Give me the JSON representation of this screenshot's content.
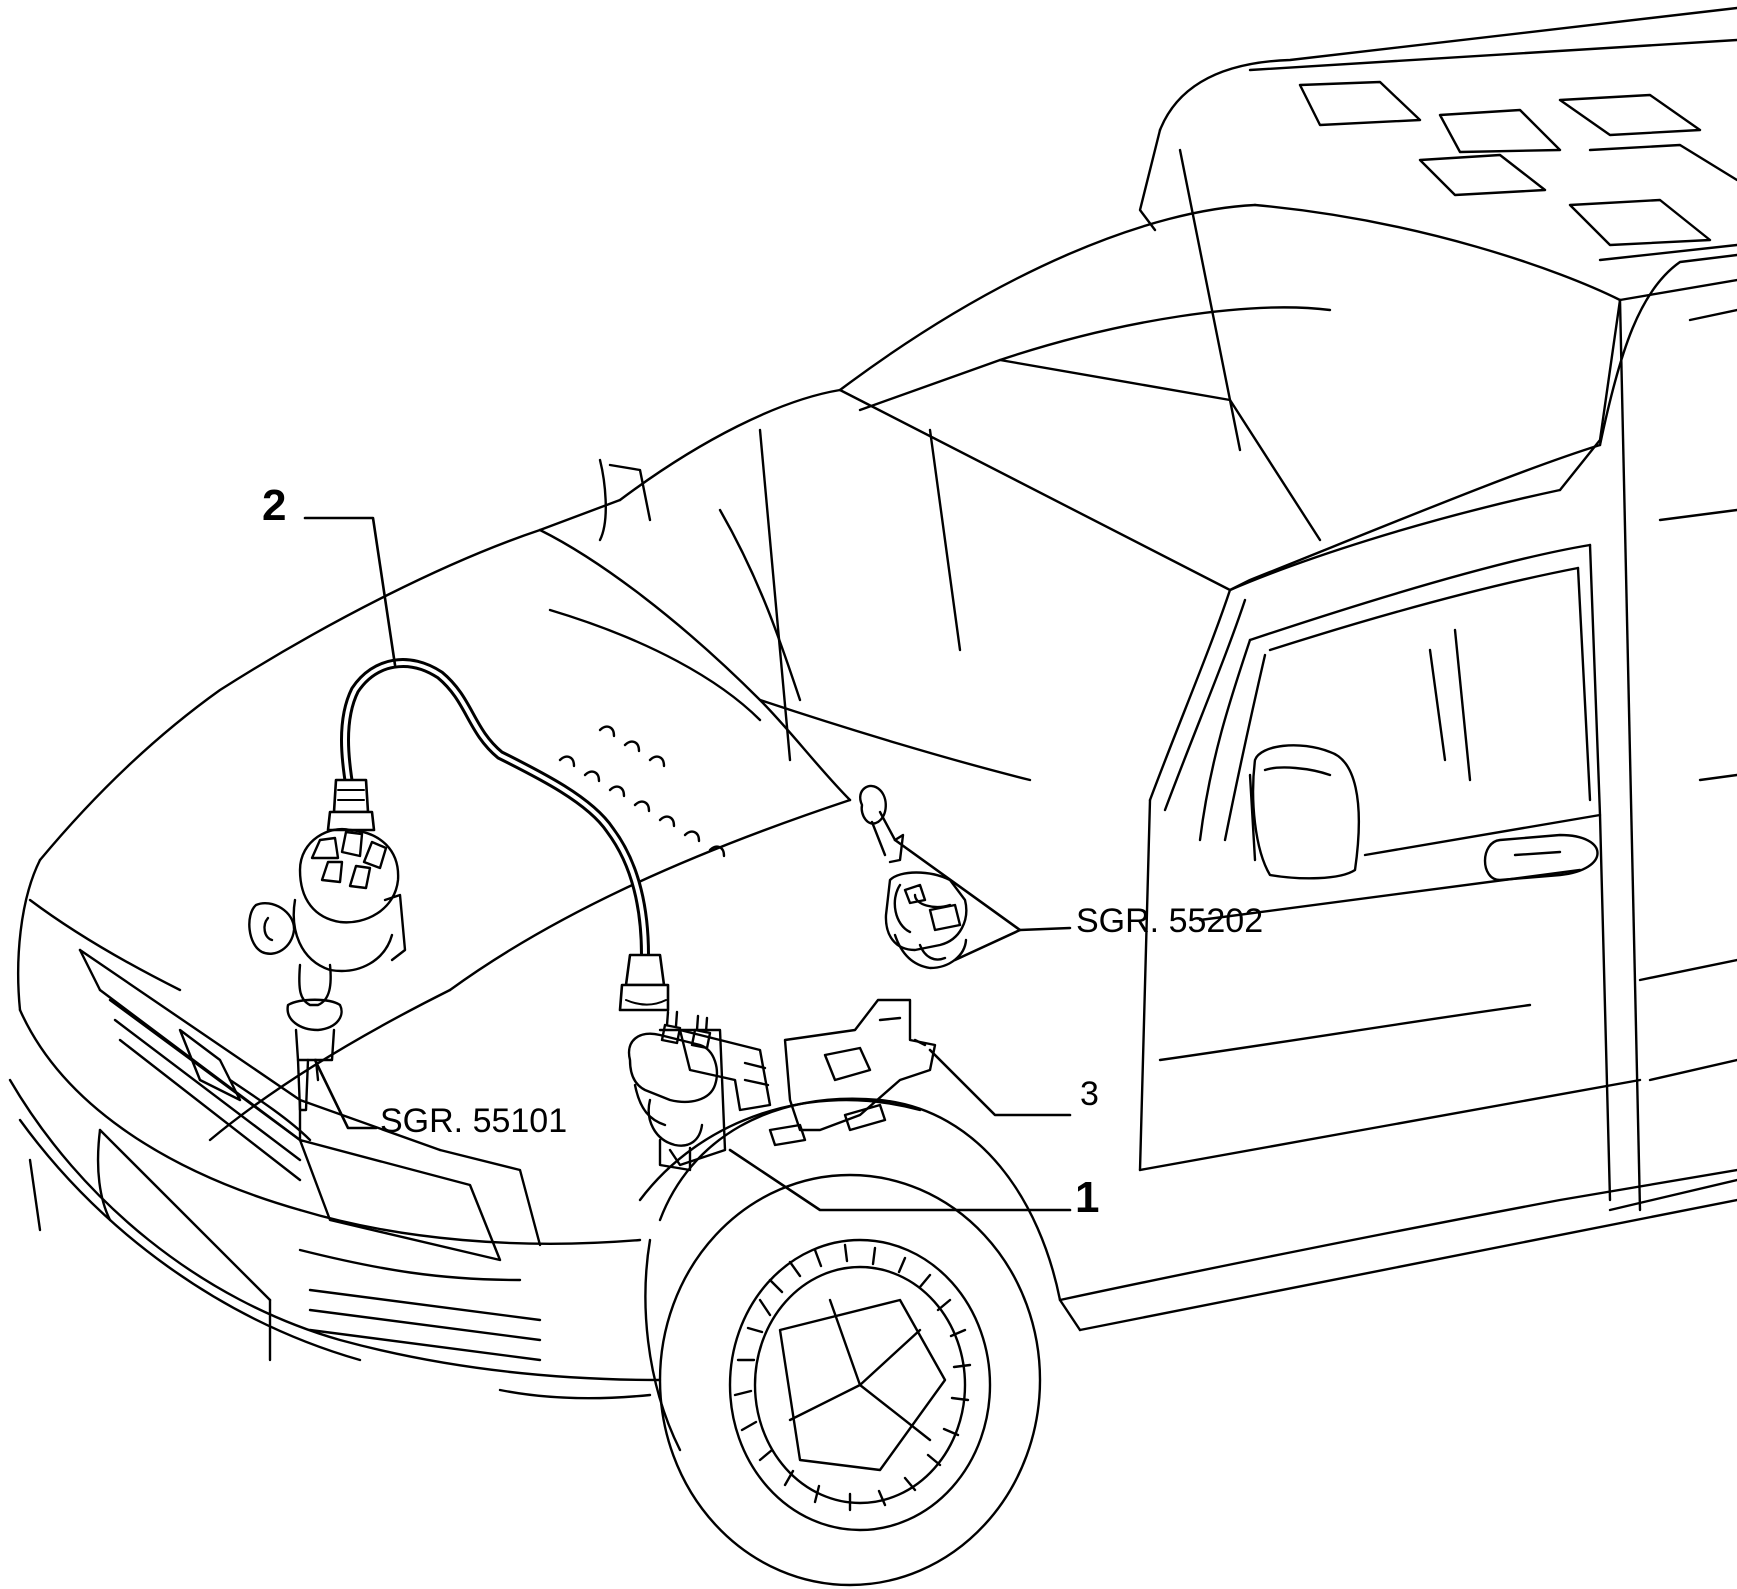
{
  "callouts": {
    "one": "1",
    "two": "2",
    "three": "3",
    "sgr_55202": "SGR. 55202",
    "sgr_55101": "SGR. 55101"
  },
  "colors": {
    "ink": "#000000",
    "paper": "#ffffff"
  }
}
